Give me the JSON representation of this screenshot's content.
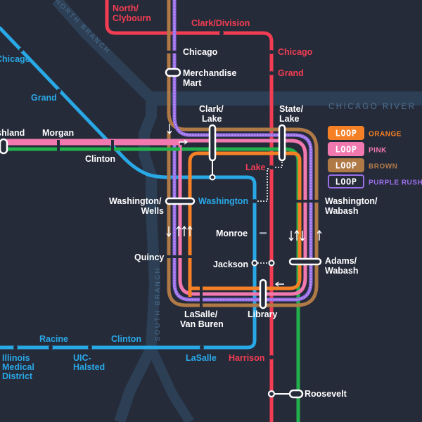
{
  "colors": {
    "background": "#262b3a",
    "river": "#2c3f55",
    "river_text": "#4e6f8f",
    "red": "#f23d52",
    "blue": "#29a8e6",
    "green": "#22b04c",
    "orange": "#f58025",
    "pink": "#f279b0",
    "brown": "#b07a47",
    "purple": "#9a6fe8",
    "white": "#ffffff"
  },
  "river": {
    "main_label": "CHICAGO RIVER",
    "north_branch_label": "NORTH BRANCH",
    "south_branch_label": "SOUTH BRANCH"
  },
  "legend": [
    {
      "box": "LOOP",
      "name": "ORANGE",
      "color": "#f58025"
    },
    {
      "box": "LOOP",
      "name": "PINK",
      "color": "#f279b0"
    },
    {
      "box": "LOOP",
      "name": "BROWN",
      "color": "#b07a47"
    },
    {
      "box": "LOOP",
      "name": "PURPLE RUSH",
      "color": "#9a6fe8"
    }
  ],
  "stations": {
    "north_clybourn": [
      "North/",
      "Clybourn"
    ],
    "clark_division": "Clark/Division",
    "chicago_brown": "Chicago",
    "chicago_red": "Chicago",
    "merchandise_mart": [
      "Merchandise",
      "Mart"
    ],
    "grand_red": "Grand",
    "chicago_blue": "Chicago",
    "grand_blue": "Grand",
    "ashland": "Ashland",
    "morgan": "Morgan",
    "clinton_green": "Clinton",
    "clark_lake": [
      "Clark/",
      "Lake"
    ],
    "state_lake": [
      "State/",
      "Lake"
    ],
    "lake": "Lake",
    "washington_wells": [
      "Washington/",
      "Wells"
    ],
    "washington_blue": "Washington",
    "washington_wabash": [
      "Washington/",
      "Wabash"
    ],
    "monroe": "Monroe",
    "quincy": "Quincy",
    "jackson": "Jackson",
    "adams_wabash": [
      "Adams/",
      "Wabash"
    ],
    "lasalle_van_buren": [
      "LaSalle/",
      "Van Buren"
    ],
    "library": "Library",
    "racine": "Racine",
    "clinton_blue": "Clinton",
    "illinois_medical_district": [
      "Illinois",
      "Medical",
      "District"
    ],
    "uic_halsted": [
      "UIC-",
      "Halsted"
    ],
    "lasalle_blue": "LaSalle",
    "harrison": "Harrison",
    "roosevelt": "Roosevelt"
  }
}
